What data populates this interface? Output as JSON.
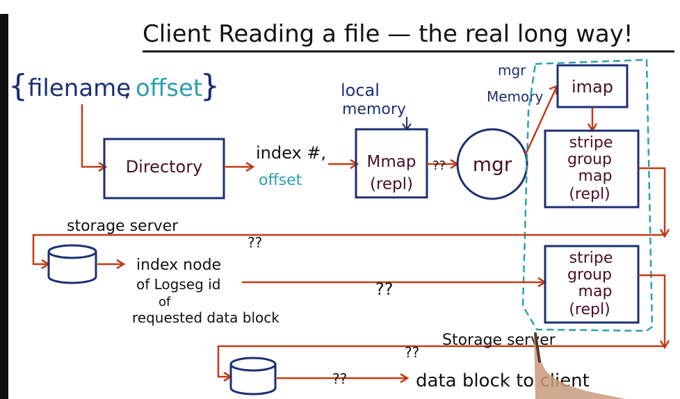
{
  "title": "Client Reading a file — the real long way!",
  "request": {
    "filename": "filename",
    "offset": "offset"
  },
  "boxes": {
    "directory": "Directory",
    "mmap_line1": "Mmap",
    "mmap_line2": "(repl)",
    "mgr": "mgr",
    "imap": "imap",
    "sgm_top": [
      "stripe",
      "group",
      "map",
      "(repl)"
    ],
    "sgm_bottom": [
      "stripe",
      "group",
      "map",
      "(repl)"
    ]
  },
  "labels": {
    "index_hash": "index #,",
    "offset_blue": "offset",
    "local_memory_1": "local",
    "local_memory_2": "memory",
    "mgr_memory_1": "mgr",
    "mgr_memory_2": "Memory",
    "storage_server_1": "storage server",
    "index_node_1": "index node",
    "index_node_2": "of Logseg id",
    "index_node_3": "of",
    "index_node_4": "requested data block",
    "storage_server_2": "Storage server",
    "data_block": "data block to client",
    "qq": "??"
  },
  "colors": {
    "ink_dark": "#111111",
    "box_blue": "#1b2f73",
    "text_maroon": "#4a0f1f",
    "arrow_red": "#c23a15",
    "teal": "#2aa0b0"
  }
}
